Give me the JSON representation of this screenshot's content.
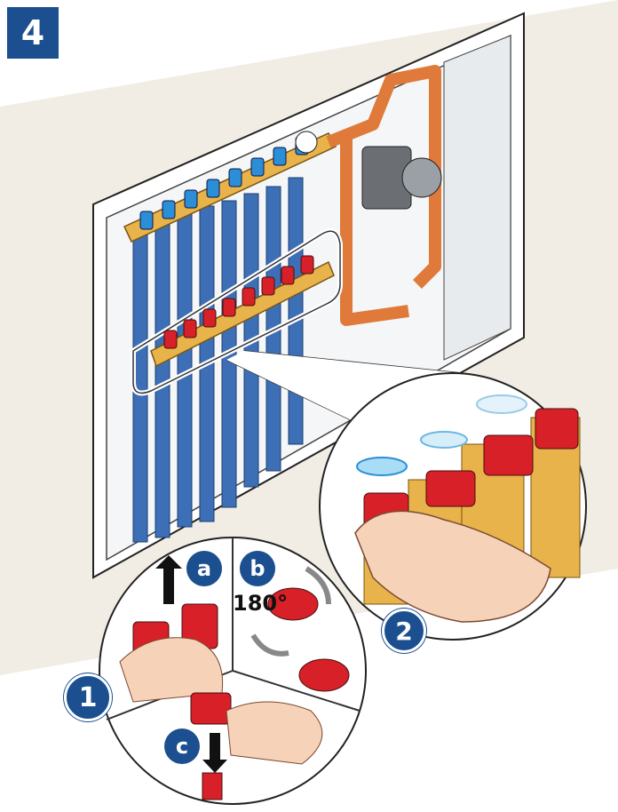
{
  "step_number": "4",
  "callouts": {
    "one": "1",
    "two": "2",
    "a": "a",
    "b": "b",
    "c": "c",
    "angle": "180°"
  },
  "colors": {
    "badge": "#1b4f8f",
    "copper": "#e07a3a",
    "brass": "#e7b34a",
    "blue_pipe": "#3d6fb6",
    "red_cap": "#d72027",
    "blue_cap": "#2a8fd6",
    "skin": "#f6d2b8",
    "wall": "#f1ede4"
  },
  "icons": [
    "arrow-up-icon",
    "arrow-down-icon",
    "rotate-arrow-icon"
  ]
}
